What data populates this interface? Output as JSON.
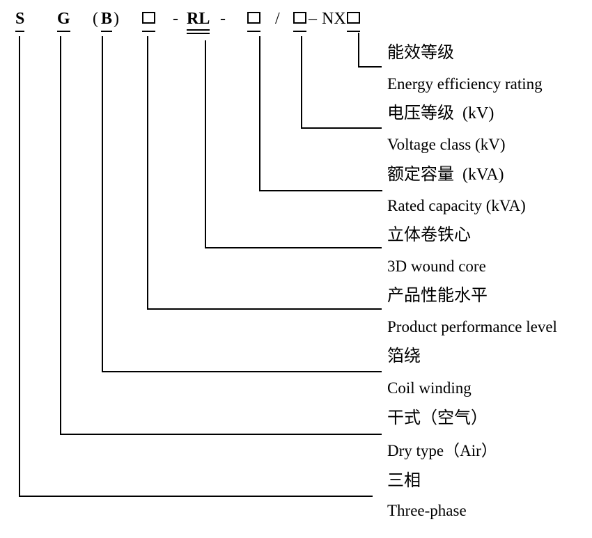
{
  "diagram": {
    "code_text": "SG(B)□-RL-□/□–NX□",
    "code_parts": [
      {
        "text": "S",
        "underline": "single"
      },
      {
        "text": "G",
        "underline": "single"
      },
      {
        "text": "(",
        "underline": "none"
      },
      {
        "text": "B",
        "underline": "single"
      },
      {
        "text": ")",
        "underline": "none"
      },
      {
        "text": "□",
        "underline": "single",
        "kind": "box"
      },
      {
        "text": "-",
        "underline": "none"
      },
      {
        "text": "RL",
        "underline": "double"
      },
      {
        "text": "-",
        "underline": "none"
      },
      {
        "text": "□",
        "underline": "single",
        "kind": "box"
      },
      {
        "text": "/",
        "underline": "none"
      },
      {
        "text": "□",
        "underline": "single",
        "kind": "box"
      },
      {
        "text": "–",
        "underline": "none"
      },
      {
        "text": "NX",
        "underline": "none"
      },
      {
        "text": "□",
        "underline": "single",
        "kind": "box"
      }
    ],
    "rows": [
      {
        "cn": "能效等级",
        "en": "Energy efficiency rating"
      },
      {
        "cn": "电压等级  (kV)",
        "en": "Voltage class (kV)"
      },
      {
        "cn": "额定容量  (kVA)",
        "en": "Rated capacity (kVA)"
      },
      {
        "cn": "立体卷铁心",
        "en": "3D wound core"
      },
      {
        "cn": "产品性能水平",
        "en": "Product performance level"
      },
      {
        "cn": "箔绕",
        "en": "Coil winding"
      },
      {
        "cn": "干式（空气）",
        "en": "Dry type（Air）"
      },
      {
        "cn": "三相",
        "en": "Three-phase"
      }
    ],
    "colors": {
      "text": "#000000",
      "line": "#000000",
      "background": "#ffffff"
    }
  }
}
